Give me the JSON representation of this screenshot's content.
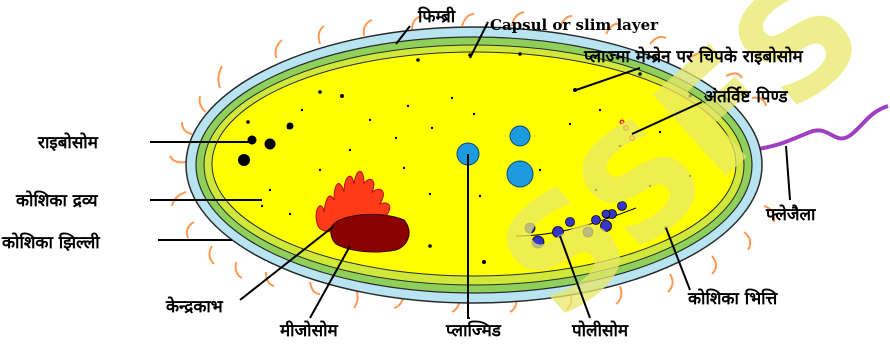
{
  "diagram": {
    "labels": {
      "fimbriae": "फिम्ब्री",
      "capsule": "Capsul or slim layer",
      "membrane_ribosomes": "प्लाज्मा मेम्ब्रेन पर चिपके राइबोसोम",
      "inclusion_bodies": "अंतर्विष्ट पिण्ड",
      "ribosome": "राइबोसोम",
      "cytoplasm": "कोशिका द्रव्य",
      "cell_membrane": "कोशिका झिल्ली",
      "flagella": "फ्लेजैला",
      "cell_wall": "कोशिका भित्ति",
      "nucleoid": "केन्द्रकाभ",
      "mesosome": "मीजोसोम",
      "plasmid": "प्लाज्मिड",
      "polysome": "पोलीसोम"
    },
    "watermark": "SSFS",
    "colors": {
      "capsule": "#b7e4f0",
      "cell_wall": "#8fd05a",
      "cytoplasm": "#ffff00",
      "nucleoid": "#ff3b1a",
      "mesosome": "#8b0000",
      "plasmid": "#1e9ae0",
      "polysome": "#3535cc",
      "flagellum": "#a040c0",
      "fimbriae": "#ff9a55",
      "watermark": "#e9e96a"
    }
  }
}
